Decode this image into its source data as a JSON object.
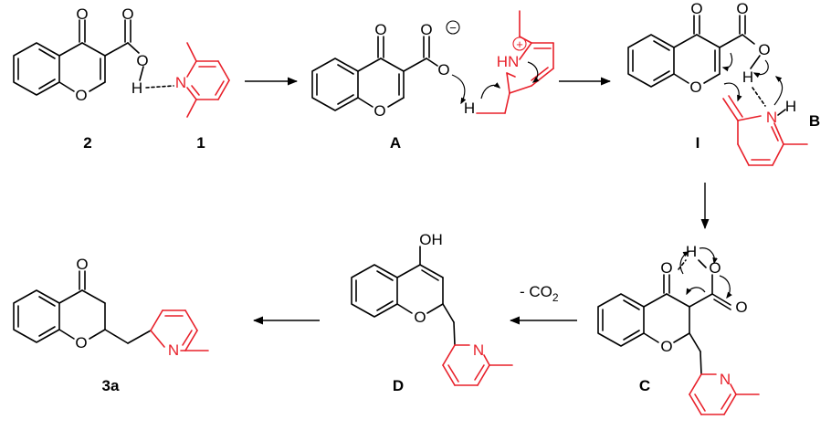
{
  "atoms": {
    "O": "O",
    "OH": "OH",
    "H": "H",
    "N": "N",
    "HN": "HN",
    "minus": "−",
    "plus": "+"
  },
  "labels": {
    "c2": "2",
    "c1": "1",
    "cA": "A",
    "cI": "I",
    "cB": "B",
    "cC": "C",
    "cD": "D",
    "c3a": "3a"
  },
  "arrow_note": {
    "text": "- CO",
    "subscript": "2"
  },
  "colors": {
    "main": "#000000",
    "pyridine": "#e8202a"
  }
}
